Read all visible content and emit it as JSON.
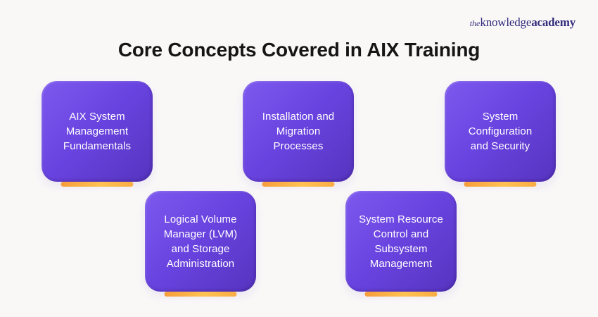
{
  "page": {
    "background": "#FAF8F7"
  },
  "brand": {
    "the": "the",
    "knowledge": "knowledge",
    "academy": "academy",
    "color": "#322D7D"
  },
  "title": "Core Concepts Covered in AIX Training",
  "cards": [
    {
      "lines": [
        "AIX System",
        "Management",
        "Fundamentals"
      ]
    },
    {
      "lines": [
        "Installation and",
        "Migration",
        "Processes"
      ]
    },
    {
      "lines": [
        "System",
        "Configuration",
        "and Security"
      ]
    },
    {
      "lines": [
        "Logical Volume",
        "Manager (LVM)",
        "and Storage",
        "Administration"
      ]
    },
    {
      "lines": [
        "System Resource",
        "Control and",
        "Subsystem",
        "Management"
      ]
    }
  ],
  "colors": {
    "card_gradient_start": "#7D59EF",
    "card_gradient_mid": "#6943DF",
    "card_gradient_end": "#5634BF",
    "accent_bar_start": "#F69C3C",
    "accent_bar_end": "#FFC252",
    "title_color": "#151515"
  }
}
